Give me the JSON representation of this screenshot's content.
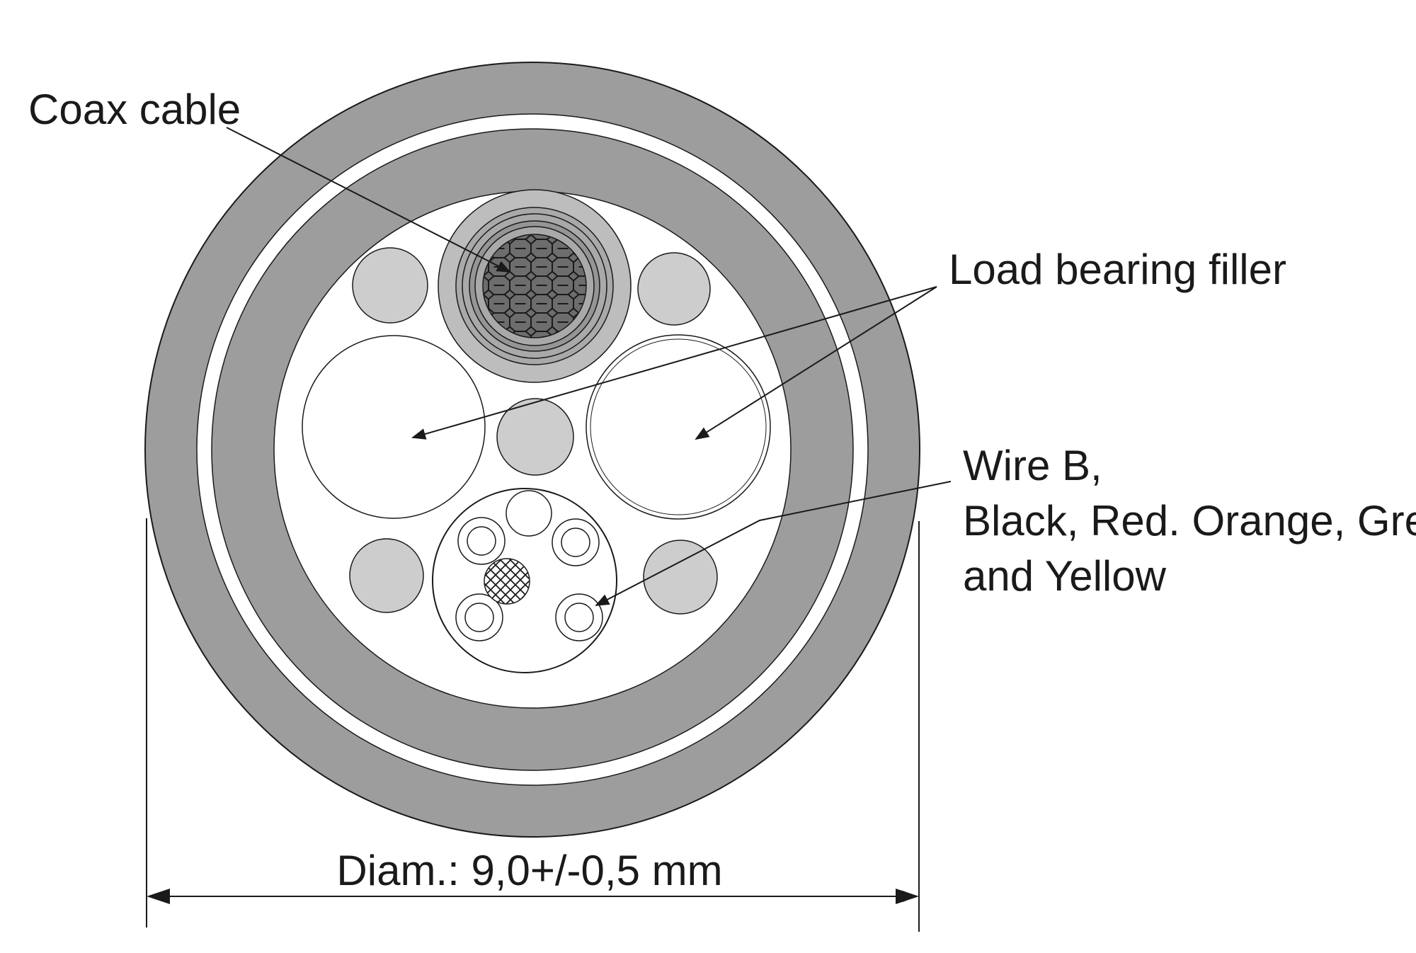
{
  "labels": {
    "coax": "Coax cable",
    "filler": "Load bearing filler",
    "wire_line1": "Wire B,",
    "wire_line2": "Black, Red. Orange, Grey",
    "wire_line3": "and Yellow",
    "diameter": "Diam.: 9,0+/-0,5 mm"
  },
  "colors": {
    "jacket": "#9d9d9d",
    "filler_grey": "#cdcdcd",
    "coax_outer": "#bdbdbd",
    "coax_mid": "#a9a9a9",
    "coax_core": "#6d6d6d",
    "outline": "#1a1a1a",
    "background": "#ffffff"
  }
}
